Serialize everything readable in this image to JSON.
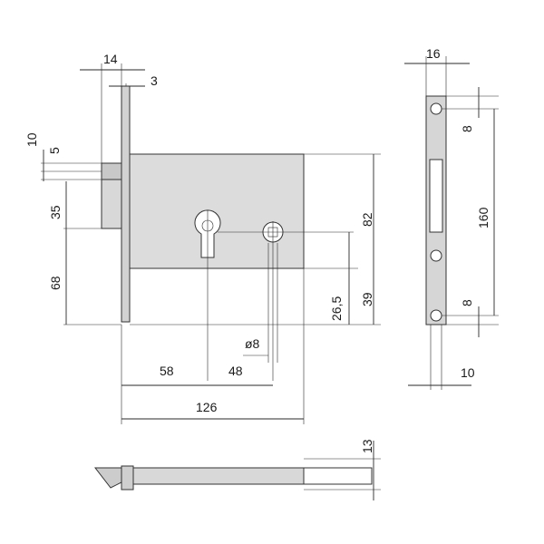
{
  "drawing": {
    "front_view": {
      "faceplate_thickness": "14",
      "plate_offset": "3",
      "latch_10": "10",
      "latch_5": "5",
      "latch_35": "35",
      "lower_68": "68",
      "height_82": "82",
      "keyhole_to_bolt": "26,5",
      "bottom_39": "39",
      "backset": "58",
      "center_distance": "48",
      "body_width": "126",
      "hole_diameter": "ø8"
    },
    "side_view": {
      "plate_width": "16",
      "top_screw": "8",
      "screw_spacing": "160",
      "bottom_screw": "8",
      "bottom_width": "10"
    },
    "top_view": {
      "thickness": "13"
    }
  },
  "colors": {
    "body_fill": "#dcdcdc",
    "plate_fill": "#cfcfcf",
    "line": "#2a2a2a"
  }
}
